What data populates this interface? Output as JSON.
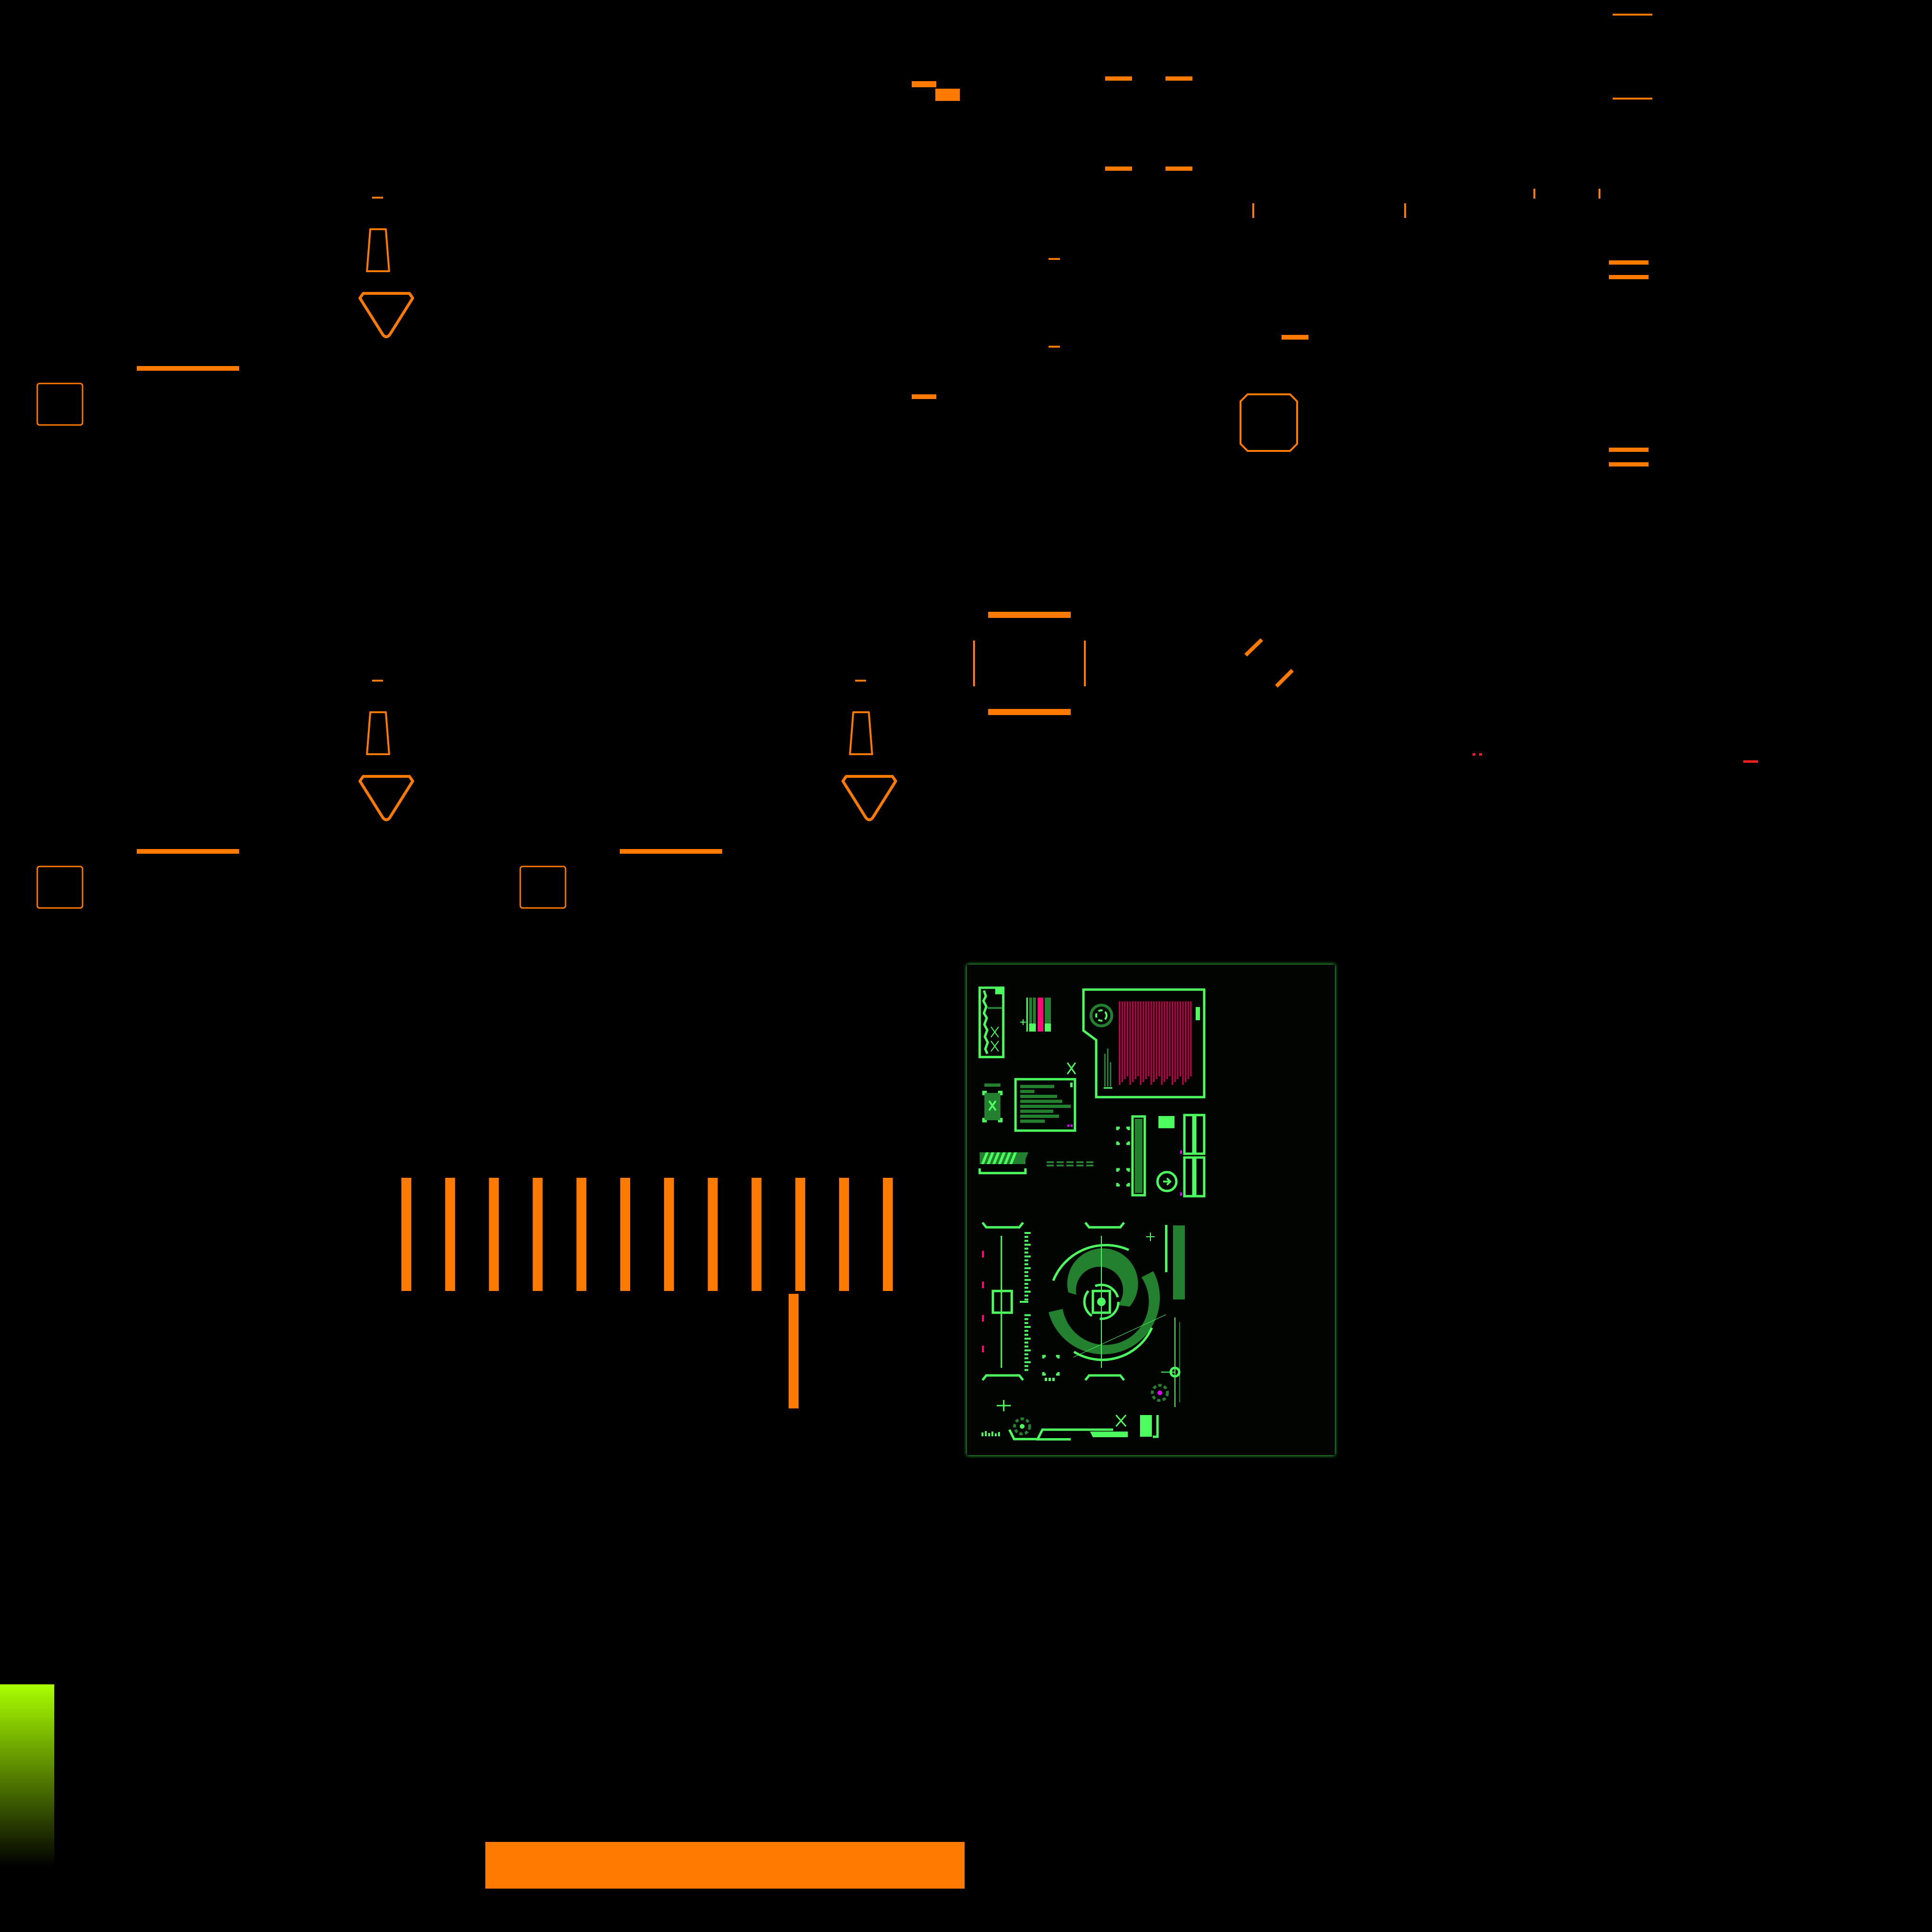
{
  "colors": {
    "accent_orange": "#ff7a00",
    "hud_green": "#4dff5e",
    "hud_green_dark": "#22802e",
    "hud_magenta": "#c0004e",
    "alert_pink": "#ff0a78",
    "marker_purple": "#e000ff",
    "gradient_top": "#aaff00",
    "background": "#000000"
  },
  "atlas": {
    "barcode_bar_count": 12,
    "marker_group_count": 3,
    "spectrum_bar_count": 28,
    "text_panel_line_count": 8
  }
}
